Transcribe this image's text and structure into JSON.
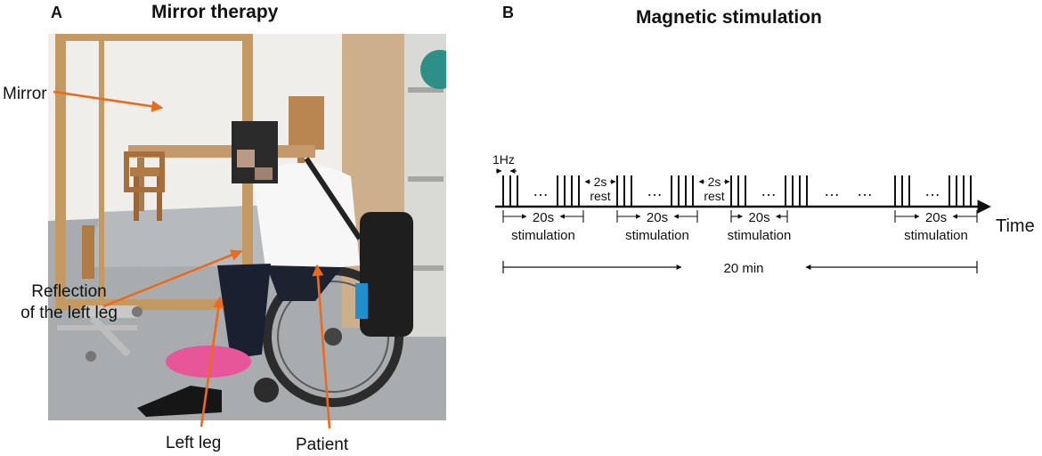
{
  "panel_a": {
    "letter": "A",
    "title": "Mirror therapy",
    "labels": {
      "mirror": "Mirror",
      "reflection_line1": "Reflection",
      "reflection_line2": "of the left leg",
      "left_leg": "Left leg",
      "patient": "Patient"
    },
    "colors": {
      "arrow": "#ec6a1e"
    }
  },
  "panel_b": {
    "letter": "B",
    "title": "Magnetic stimulation",
    "frequency_label": "1Hz",
    "rest_duration": "2s",
    "rest_label": "rest",
    "train_duration": "20s",
    "train_label": "stimulation",
    "axis_label": "Time",
    "total_duration": "20 min",
    "ellipsis": "…"
  }
}
